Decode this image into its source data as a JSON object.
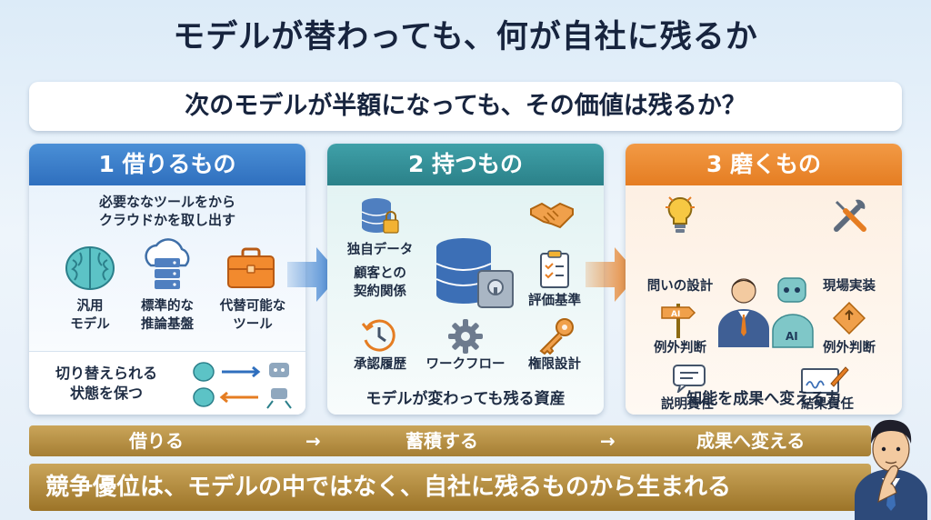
{
  "title": "モデルが替わっても、何が自社に残るか",
  "question": "次のモデルが半額になっても、その価値は残るか？",
  "panels": [
    {
      "header": "1  借りるもの",
      "subtitle_line1": "必要ななツールをから",
      "subtitle_line2": "クラウドかを取し出す",
      "items": [
        {
          "label1": "汎用",
          "label2": "モデル",
          "icon": "brain-icon"
        },
        {
          "label1": "標準的な",
          "label2": "推論基盤",
          "icon": "cloud-server-icon"
        },
        {
          "label1": "代替可能な",
          "label2": "ツール",
          "icon": "toolbox-icon"
        }
      ],
      "footer1": "切り替えられる",
      "footer2": "状態を保つ"
    },
    {
      "header": "2  持つもの",
      "items": [
        {
          "label1": "独自データ",
          "icon": "database-lock-icon"
        },
        {
          "label1": "顧客との",
          "label2": "契約関係",
          "icon": "handshake-icon"
        },
        {
          "label1": "評価基準",
          "icon": "clipboard-checklist-icon"
        },
        {
          "label1": "承認履歴",
          "icon": "history-icon"
        },
        {
          "label1": "ワークフロー",
          "icon": "gear-icon"
        },
        {
          "label1": "権限設計",
          "icon": "key-icon"
        }
      ],
      "footer": "モデルが変わっても残る資産"
    },
    {
      "header": "3  磨くもの",
      "items": [
        {
          "label1": "問いの設計",
          "icon": "lightbulb-icon"
        },
        {
          "label1": "現場実装",
          "icon": "wrench-screwdriver-icon"
        },
        {
          "label1": "例外判断",
          "icon": "signpost-ai-icon"
        },
        {
          "label1": "例外判断",
          "icon": "warning-sign-icon"
        },
        {
          "label1": "説明責任",
          "icon": "speech-bubble-icon"
        },
        {
          "label1": "結果責任",
          "icon": "signature-icon"
        }
      ],
      "footer": "知能を成果へ変える力"
    }
  ],
  "flow": {
    "step1": "借りる",
    "arrow": "→",
    "step2": "蓄積する",
    "step3": "成果へ変える"
  },
  "banner": "競争優位は、モデルの中ではなく、自社に残るものから生まれる",
  "ai_badge": "AI",
  "colors": {
    "blue": "#2f6fbe",
    "teal": "#2b8189",
    "orange": "#e57d22",
    "gold": "#b08a3e"
  }
}
